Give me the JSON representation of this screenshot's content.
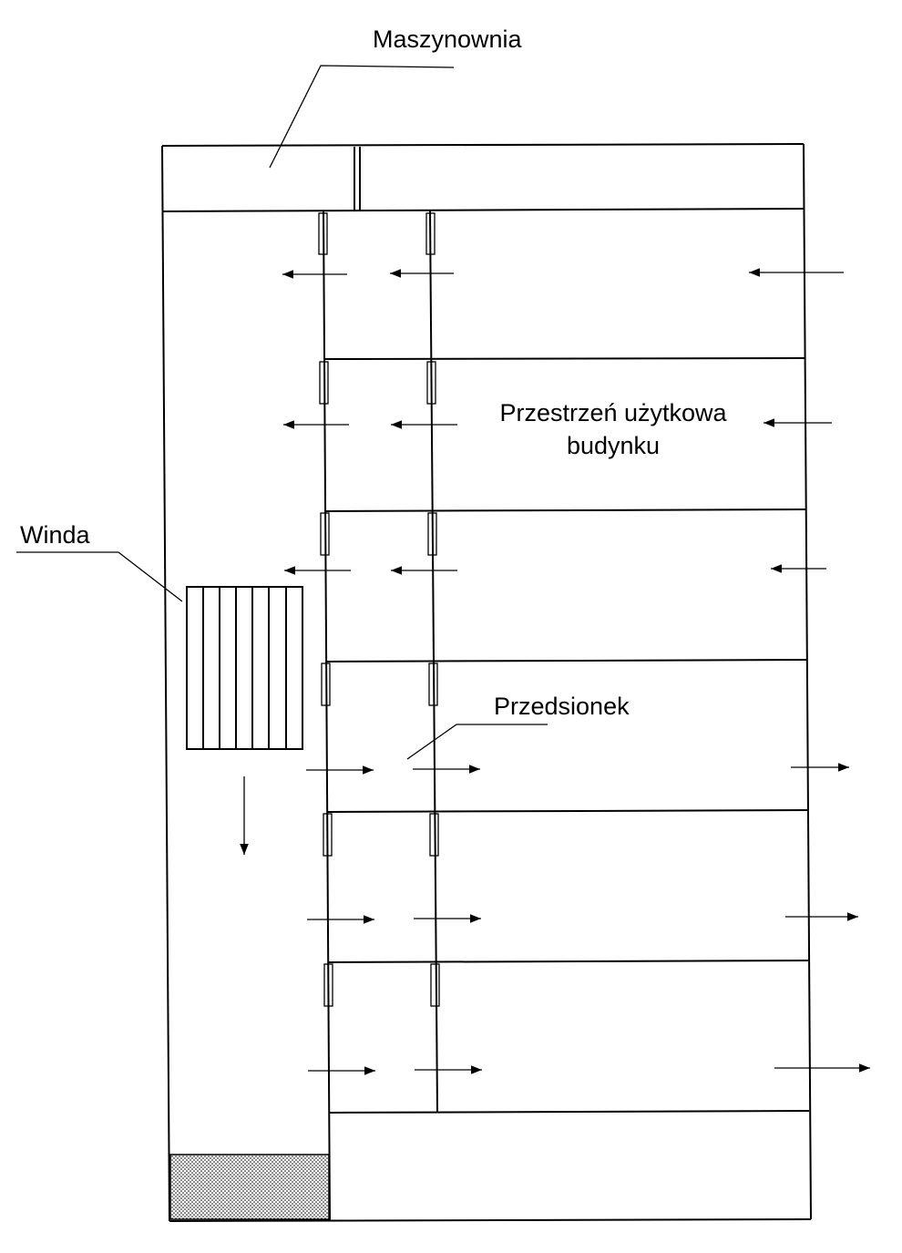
{
  "labels": {
    "machine_room": "Maszynownia",
    "usable_space_line1": "Przestrzeń użytkowa",
    "usable_space_line2": "budynku",
    "elevator": "Winda",
    "vestibule": "Przedsionek"
  },
  "colors": {
    "line": "#000000",
    "background": "#ffffff",
    "hatch_dots": "#000000"
  }
}
